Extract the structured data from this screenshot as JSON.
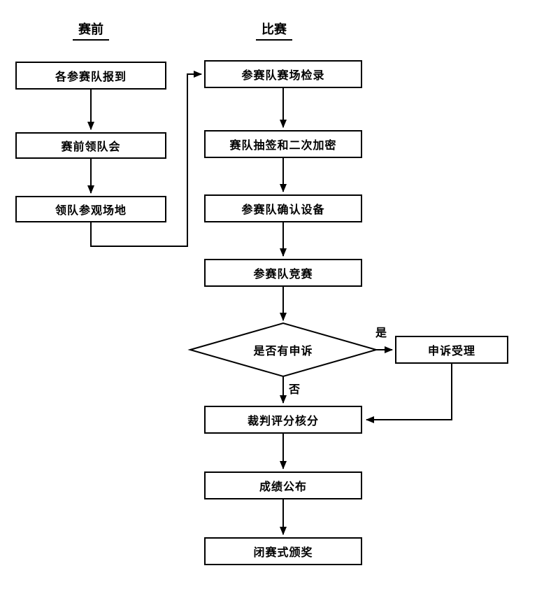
{
  "headers": {
    "pre_competition": "赛前",
    "competition": "比赛"
  },
  "nodes": {
    "registration": "各参赛队报到",
    "leader_meeting": "赛前领队会",
    "venue_visit": "领队参观场地",
    "checkin": "参赛队赛场检录",
    "draw_encrypt": "赛队抽签和二次加密",
    "confirm_equipment": "参赛队确认设备",
    "compete": "参赛队竞赛",
    "appeal_decision": "是否有申诉",
    "appeal_handling": "申诉受理",
    "judge_scoring": "裁判评分核分",
    "results": "成绩公布",
    "awards": "闭赛式颁奖"
  },
  "edge_labels": {
    "yes": "是",
    "no": "否"
  },
  "edges": [
    {
      "from": "registration",
      "to": "leader_meeting"
    },
    {
      "from": "leader_meeting",
      "to": "venue_visit"
    },
    {
      "from": "venue_visit",
      "to": "checkin"
    },
    {
      "from": "checkin",
      "to": "draw_encrypt"
    },
    {
      "from": "draw_encrypt",
      "to": "confirm_equipment"
    },
    {
      "from": "confirm_equipment",
      "to": "compete"
    },
    {
      "from": "compete",
      "to": "appeal_decision"
    },
    {
      "from": "appeal_decision",
      "to": "appeal_handling",
      "label": "是"
    },
    {
      "from": "appeal_decision",
      "to": "judge_scoring",
      "label": "否"
    },
    {
      "from": "appeal_handling",
      "to": "judge_scoring"
    },
    {
      "from": "judge_scoring",
      "to": "results"
    },
    {
      "from": "results",
      "to": "awards"
    }
  ],
  "colors": {
    "line": "#000000",
    "box_border": "#000000",
    "background": "#ffffff",
    "text": "#000000"
  }
}
